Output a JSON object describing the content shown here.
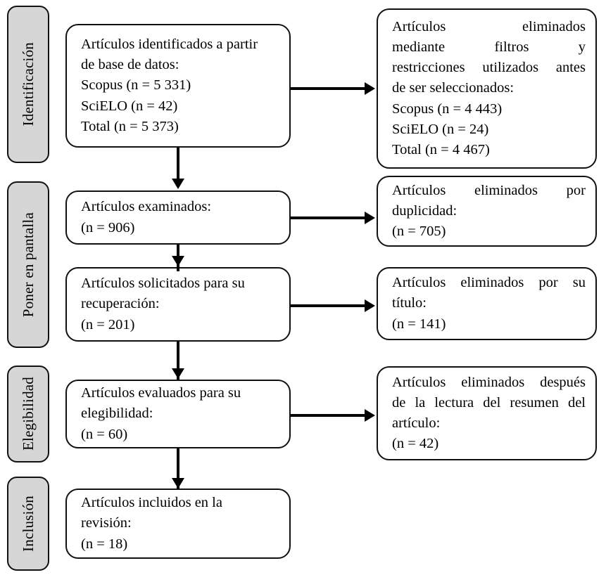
{
  "diagram": {
    "title": "PRISMA flow diagram",
    "colors": {
      "stage_fill": "#d6d6d6",
      "box_fill": "#ffffff",
      "stroke": "#111111",
      "arrow": "#000000"
    }
  },
  "stages": [
    {
      "id": "identificacion",
      "label": "Identificación"
    },
    {
      "id": "poner-en-pantalla",
      "label": "Poner en pantalla"
    },
    {
      "id": "elegibilidad",
      "label": "Elegibilidad"
    },
    {
      "id": "inclusion",
      "label": "Inclusión"
    }
  ],
  "flow": {
    "left": [
      {
        "id": "identificados",
        "lines": [
          "Artículos identificados a partir",
          "de base de datos:",
          "Scopus (n = 5 331)",
          "SciELO (n = 42)",
          "Total (n = 5 373)"
        ]
      },
      {
        "id": "examinados",
        "lines": [
          "Artículos examinados:",
          "(n = 906)"
        ]
      },
      {
        "id": "solicitados",
        "lines": [
          "Artículos solicitados para su",
          "recuperación:",
          "(n = 201)"
        ]
      },
      {
        "id": "evaluados",
        "lines": [
          "Artículos evaluados para su",
          "elegibilidad:",
          "(n = 60)"
        ]
      },
      {
        "id": "incluidos",
        "lines": [
          "Artículos incluidos en la",
          "revisión:",
          "(n = 18)"
        ]
      }
    ],
    "right": [
      {
        "id": "eliminados-filtros",
        "lines": [
          "Artículos eliminados",
          "mediante filtros y",
          "restricciones utilizados antes",
          "de ser seleccionados:",
          "Scopus (n = 4 443)",
          "SciELO (n = 24)",
          "Total (n = 4 467)"
        ],
        "justified": [
          true,
          true,
          true,
          false,
          false,
          false,
          false
        ]
      },
      {
        "id": "eliminados-duplicidad",
        "lines": [
          "Artículos eliminados por",
          "duplicidad:",
          "(n = 705)"
        ],
        "justified": [
          true,
          false,
          false
        ]
      },
      {
        "id": "eliminados-titulo",
        "lines": [
          "Artículos eliminados por su",
          "título:",
          "(n = 141)"
        ],
        "justified": [
          true,
          false,
          false
        ]
      },
      {
        "id": "eliminados-resumen",
        "lines": [
          "Artículos eliminados después",
          "de la lectura del resumen del",
          "artículo:",
          "(n = 42)"
        ],
        "justified": [
          true,
          true,
          false,
          false
        ]
      }
    ]
  }
}
